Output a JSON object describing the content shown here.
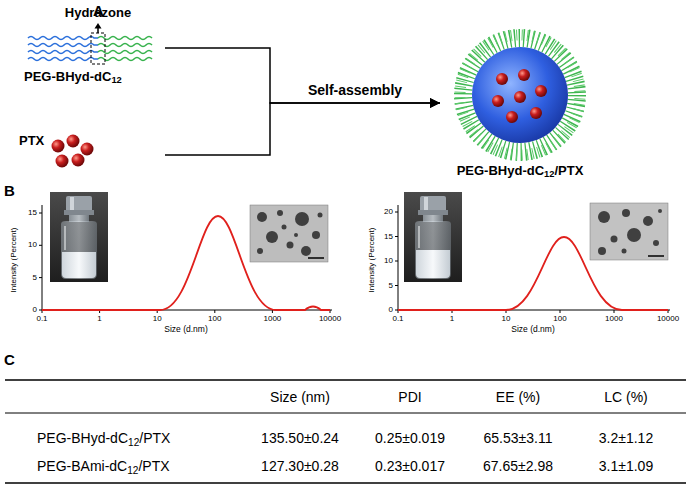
{
  "diagram": {
    "nodes": [
      {
        "text": [
          "Hydrazone",
          "PEG-BHyd-dC12"
        ]
      },
      {
        "text": [
          "PTX"
        ]
      },
      {
        "text": [
          "PEG-BHyd-dC12/PTX"
        ]
      }
    ],
    "edges": [
      {
        "from": 0,
        "to": 2,
        "arrow": "to",
        "label": "Self-assembly"
      },
      {
        "from": 1,
        "to": 2,
        "arrow": "to"
      }
    ],
    "labels": [
      "A",
      "B",
      "Intensity (Percent)",
      "15",
      "10",
      "5",
      "0",
      "0.1",
      "1",
      "10",
      "100",
      "1000",
      "10000",
      "Size (d.nm)",
      "Intensity (Percent)",
      "20",
      "15",
      "10",
      "5",
      "0",
      "0.1",
      "1",
      "10",
      "100",
      "1000",
      "10000",
      "Size (d.nm)",
      "C",
      "Size (nm)",
      "PDI",
      "EE (%)",
      "LC (%)",
      "PEG-BHyd-dC12/PTX",
      "135.50±0.24",
      "0.25±0.019",
      "65.53±3.11",
      "3.2±1.12",
      "PEG-BAmi-dC12/PTX",
      "127.30±0.28",
      "0.23±0.017",
      "67.65±2.98",
      "3.1±1.09"
    ]
  }
}
